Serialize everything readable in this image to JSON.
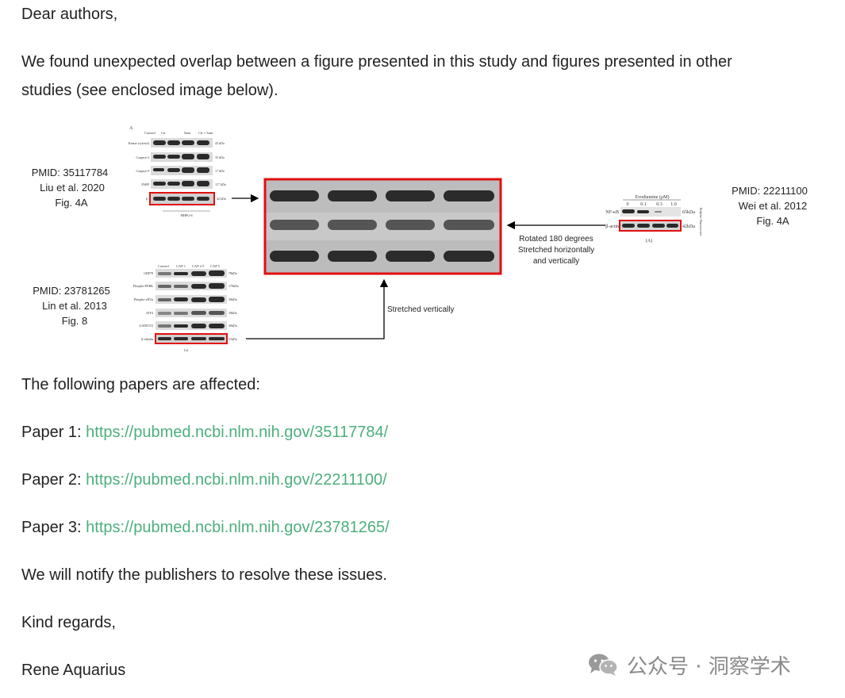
{
  "greeting": "Dear authors,",
  "intro_line1": "We found unexpected overlap between a figure presented in this study and figures presented in other",
  "intro_line2": "studies (see enclosed image below).",
  "figure": {
    "left_top": {
      "pmid": "PMID: 35117784",
      "authors": "Liu et al. 2020",
      "fig": "Fig. 4A",
      "panel_letter": "A",
      "columns": [
        "Control",
        "Cit",
        "Sam",
        "Cit + Sam"
      ],
      "rows": [
        "Kinase (cytosol)",
        "Caspase-3",
        "Caspase-9",
        "PARP",
        "β"
      ],
      "sizes": [
        "43 kDa",
        "35 kDa",
        "17 kDa",
        "117 kDa",
        "42 kDa"
      ],
      "footer": "MHPG-6"
    },
    "left_bottom": {
      "pmid": "PMID: 23781265",
      "authors": "Lin et al. 2013",
      "fig": "Fig. 8",
      "columns": [
        "Control",
        "CAP 1",
        "CAP 2.5",
        "CAP 5"
      ],
      "rows": [
        "GRP78",
        "Phospho-PERK",
        "Phospho-eIF2α",
        "ATF4",
        "GADD153",
        "β-tubulin"
      ],
      "sizes": [
        "78kDa",
        "170kDa",
        "38kDa",
        "39kDa",
        "30kDa",
        "51kDa"
      ],
      "footer": "Lei"
    },
    "right": {
      "pmid": "PMID: 22211100",
      "authors": "Wei et al. 2012",
      "fig": "Fig. 4A",
      "treatment": "Evodiamine (μM)",
      "doses": [
        "0",
        "0.1",
        "0.3",
        "1.0"
      ],
      "rows": [
        "NF-κB",
        "β-actin"
      ],
      "sizes": [
        "65kDa",
        "42kDa"
      ],
      "panel": "(A)",
      "side_text": "Relative Fluorescence"
    },
    "rotate_note": [
      "Rotated 180 degrees",
      "Stretched horizontally",
      "and vertically"
    ],
    "stretch_note": "Stretched vertically"
  },
  "affected_heading": "The following papers are affected:",
  "papers": [
    {
      "label": "Paper 1: ",
      "url": "https://pubmed.ncbi.nlm.nih.gov/35117784/"
    },
    {
      "label": "Paper 2: ",
      "url": "https://pubmed.ncbi.nlm.nih.gov/22211100/"
    },
    {
      "label": "Paper 3: ",
      "url": "https://pubmed.ncbi.nlm.nih.gov/23781265/"
    }
  ],
  "notify": "We will notify the publishers to resolve these issues.",
  "closing": "Kind regards,",
  "signature": "Rene Aquarius",
  "watermark": {
    "text": "公众号 · 洞察学术",
    "icon": "wechat-icon"
  },
  "colors": {
    "link": "#4caf7d",
    "highlight_box": "#e01010",
    "text": "#222222",
    "watermark": "#8a8a8a"
  }
}
